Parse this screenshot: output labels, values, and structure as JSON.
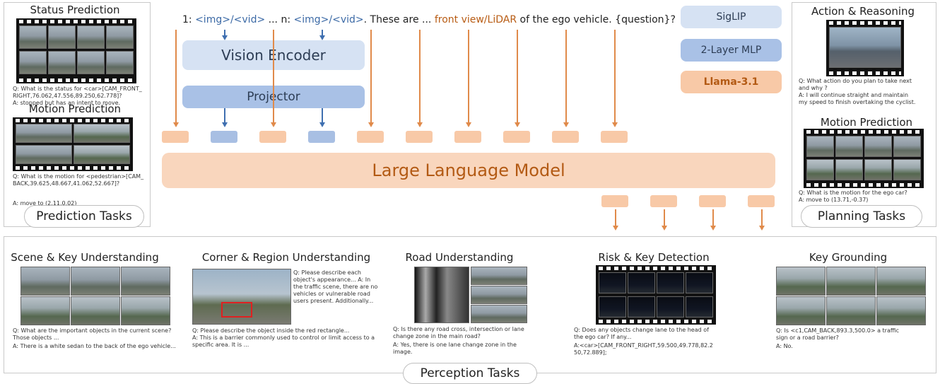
{
  "prediction": {
    "status_title": "Status Prediction",
    "status_q": "Q: What is the status for <car>[CAM_FRONT_RIGHT,76.062,47.556,89.250,62.778]?",
    "status_a": "A:  stopped but has an intent to move.",
    "motion_title": "Motion Prediction",
    "motion_q": "Q: What is the motion for <pedestrian>[CAM_BACK,39.625,48.667,41.062,52.667]?",
    "motion_a": "A:  move to (2.11,0.02)",
    "label": "Prediction Tasks"
  },
  "planning": {
    "action_title": "Action & Reasoning",
    "action_q": "Q: What action do you plan to take next  and why ?",
    "action_a": "A:  I will continue straight and maintain my speed to finish overtaking the cyclist.",
    "motion_title": "Motion Prediction",
    "motion_q": "Q: What is the motion for the ego car?",
    "motion_a": "A:  move to (13.71,-0.37)",
    "label": "Planning Tasks"
  },
  "center": {
    "prompt": {
      "p1": "1: ",
      "img1": "<img>/<vid>",
      "p2": " ... n: ",
      "img2": "<img>/<vid>",
      "p3": ". These are ... ",
      "view": "front view/LiDAR",
      "p4": " of the ego vehicle. {question}?"
    },
    "vision_encoder": "Vision Encoder",
    "projector": "Projector",
    "llm": "Large Language Model",
    "legend": {
      "siglip": "SigLIP",
      "mlp": "2-Layer MLP",
      "llama": "Llama-3.1"
    }
  },
  "perception": {
    "label": "Perception Tasks",
    "tasks": [
      {
        "title": "Scene & Key Understanding",
        "q": "Q: What are the important objects in the current scene? Those objects ...",
        "a": "A: There is a white sedan to the back of the ego vehicle..."
      },
      {
        "title": "Corner & Region Understanding",
        "side": "Q: Please describe each object's appearance... A: In the traffic scene, there are no vehicles or vulnerable road users present. Additionally...",
        "q": "Q: Please describe the object inside the red rectangle...",
        "a": "A: This is a barrier commonly used to control or limit access to a specific area. It is ..."
      },
      {
        "title": "Road Understanding",
        "q": "Q: Is there any road cross, intersection or lane change zone in the main road?",
        "a": "A: Yes, there is one lane change zone in the image."
      },
      {
        "title": "Risk & Key Detection",
        "q": "Q: Does any objects change lane to the head of the ego car? If any...",
        "a": "A:<car>[CAM_FRONT_RIGHT,59.500,49.778,82.250,72.889];"
      },
      {
        "title": "Key Grounding",
        "q": "Q: Is <c1,CAM_BACK,893.3,500.0> a traffic sign or a road barrier?",
        "a": "A: No."
      }
    ]
  },
  "colors": {
    "orange": "#e08a4a",
    "blue": "#3f6fb0",
    "siglip": "#d6e2f3",
    "mlp": "#a9c1e6",
    "llama": "#f8c9a7",
    "llm": "#f9d6bd"
  }
}
